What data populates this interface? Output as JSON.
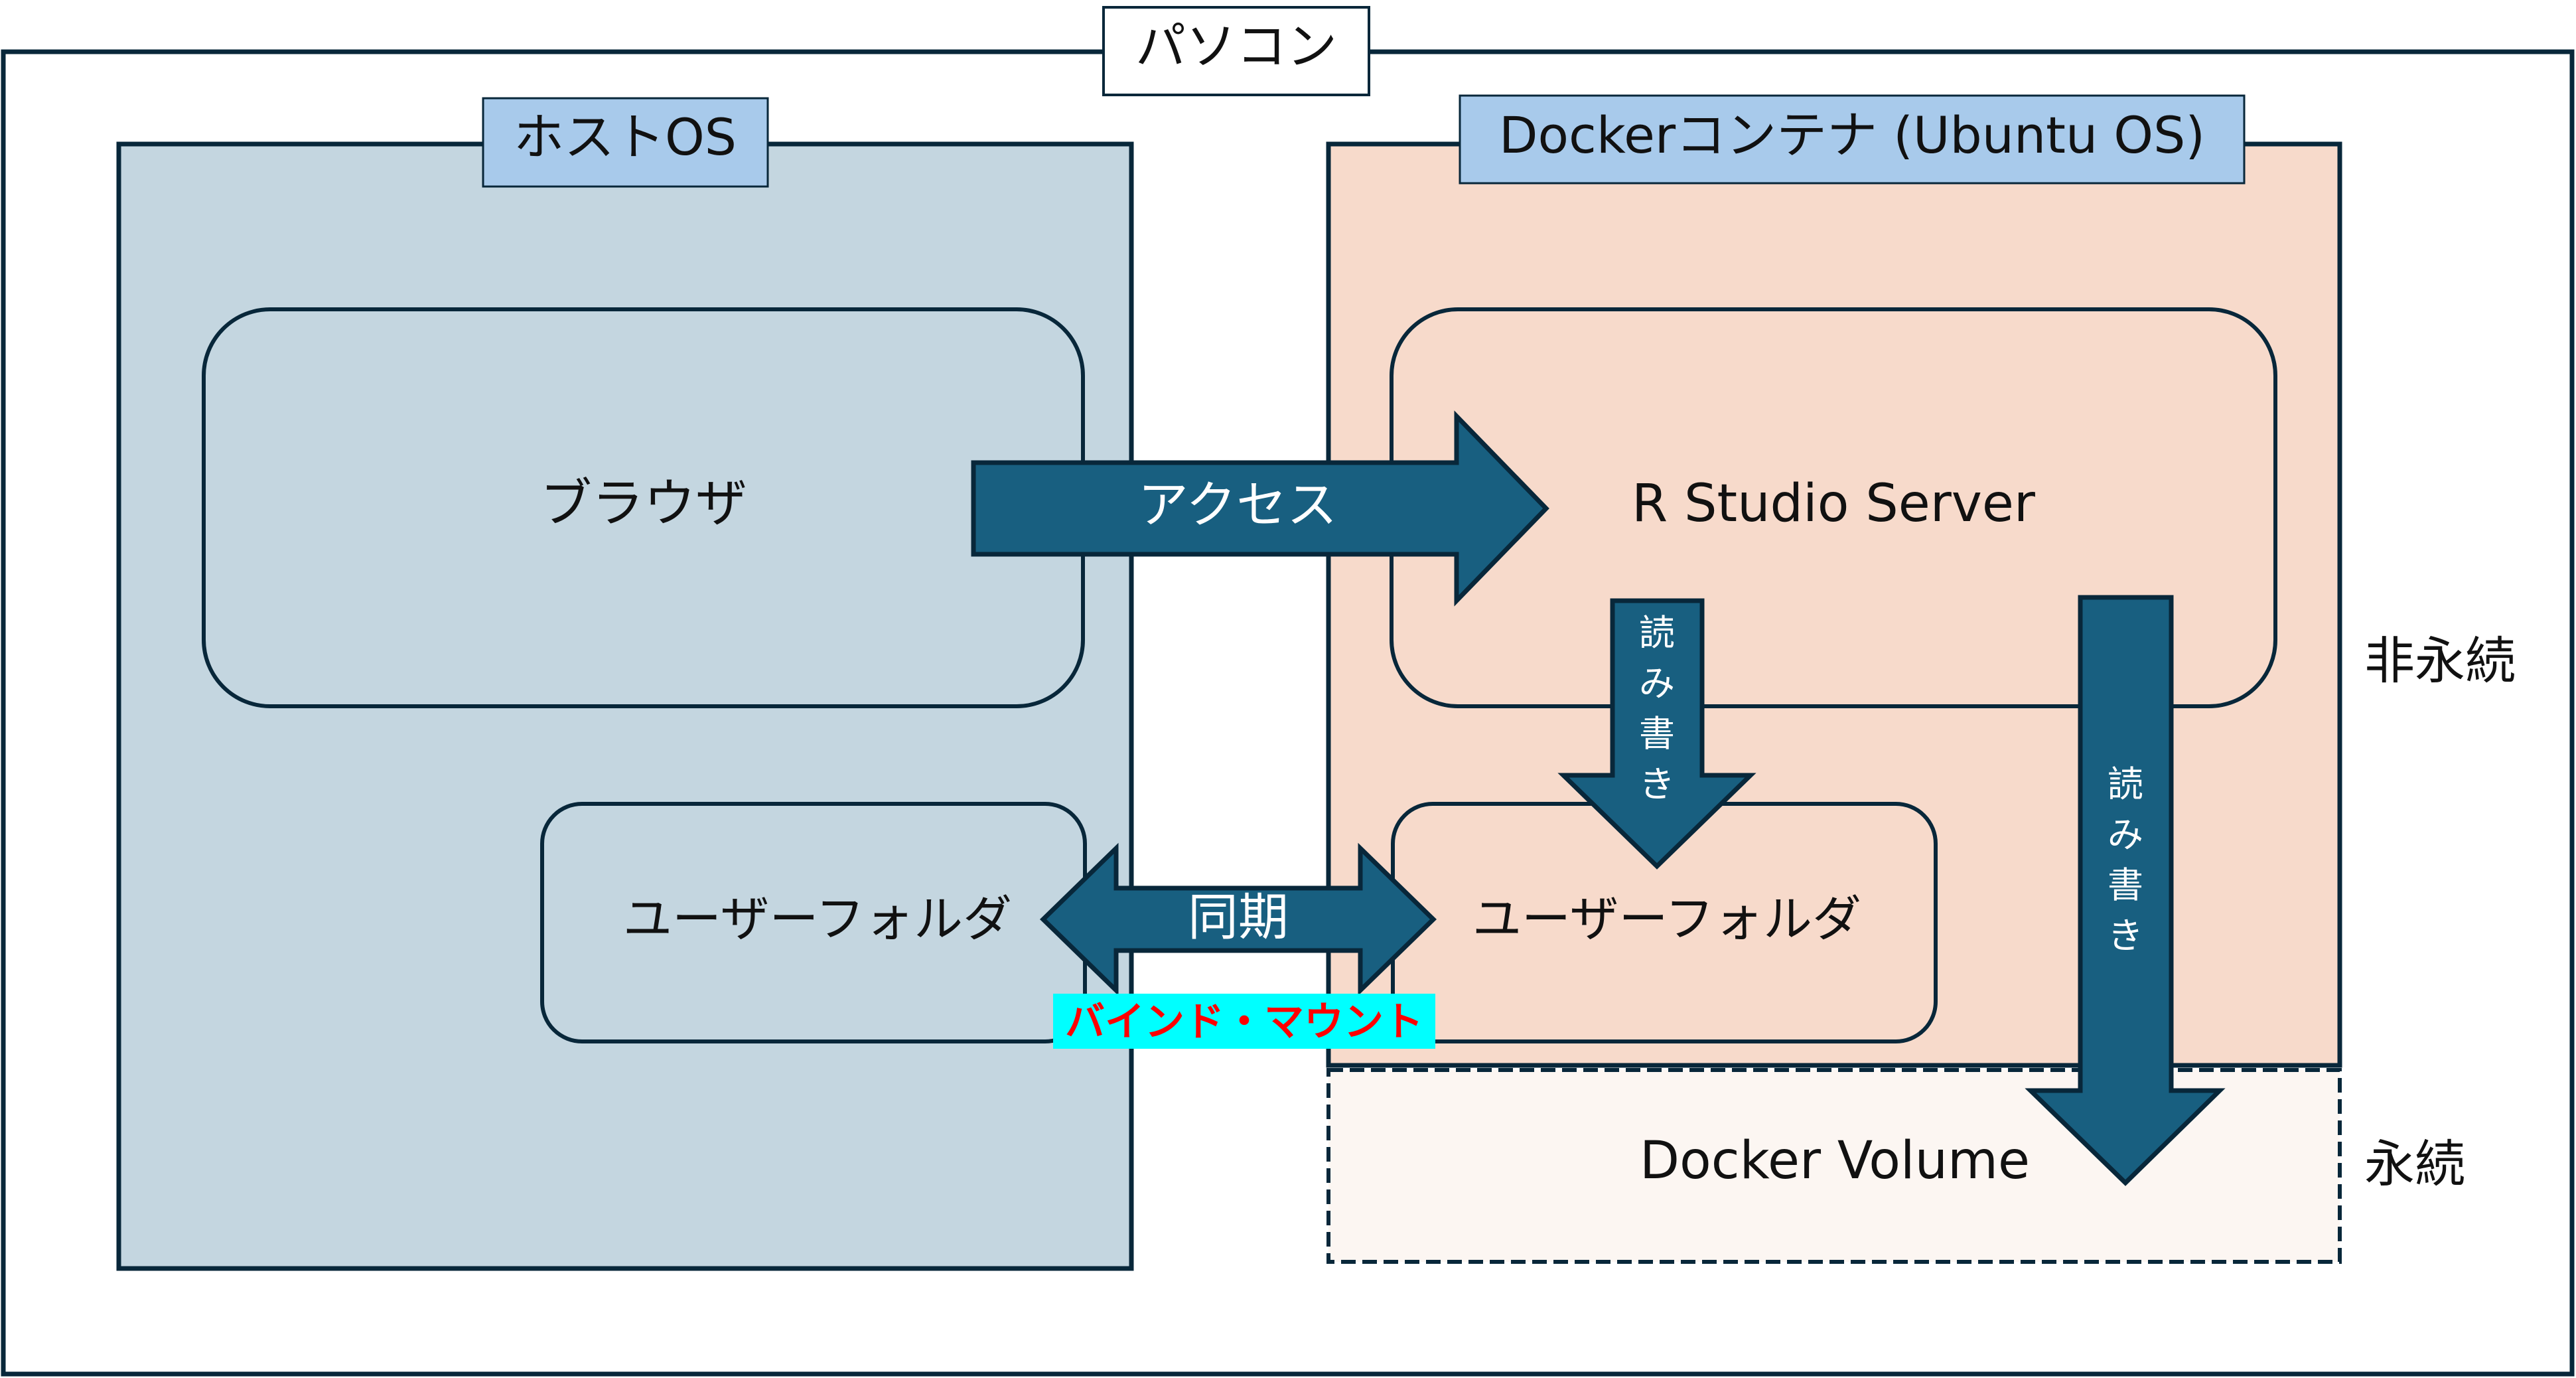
{
  "diagram": {
    "title": "パソコン",
    "colors": {
      "outline": "#08273a",
      "host_fill": "#c4d6e0",
      "container_fill": "#f7dacb",
      "volume_fill": "#fcf6f2",
      "label_fill": "#a8caeb",
      "arrow_fill": "#185f80",
      "bind_mount_bg": "#00ffff",
      "bind_mount_text": "#ff0000"
    },
    "host": {
      "label": "ホストOS",
      "browser": "ブラウザ",
      "user_folder": "ユーザーフォルダ"
    },
    "container": {
      "label": "Dockerコンテナ (Ubuntu OS)",
      "rstudio": "R Studio Server",
      "user_folder": "ユーザーフォルダ"
    },
    "volume": {
      "label": "Docker Volume"
    },
    "arrows": {
      "access": "アクセス",
      "sync": "同期",
      "rw_small": [
        "読",
        "み",
        "書",
        "き"
      ],
      "rw_large": [
        "読",
        "み",
        "書",
        "き"
      ]
    },
    "bind_mount": "バインド・マウント",
    "side_labels": {
      "non_persistent": "非永続",
      "persistent": "永続"
    }
  }
}
